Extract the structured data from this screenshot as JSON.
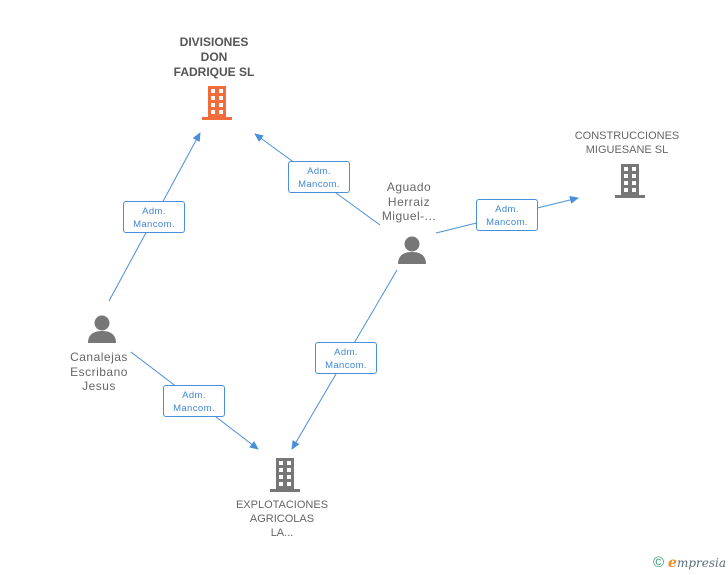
{
  "nodes": {
    "divisiones": {
      "lines": [
        "DIVISIONES",
        "DON",
        "FADRIQUE SL"
      ]
    },
    "construcciones": {
      "lines": [
        "CONSTRUCCIONES",
        "MIGUESANE SL"
      ]
    },
    "explotaciones": {
      "lines": [
        "EXPLOTACIONES",
        "AGRICOLAS",
        "LA..."
      ]
    },
    "aguado": {
      "lines": [
        "Aguado",
        "Herraiz",
        "Miguel-..."
      ]
    },
    "canalejas": {
      "lines": [
        "Canalejas",
        "Escribano",
        "Jesus"
      ]
    }
  },
  "relations": [
    {
      "line1": "Adm.",
      "line2": "Mancom."
    },
    {
      "line1": "Adm.",
      "line2": "Mancom."
    },
    {
      "line1": "Adm.",
      "line2": "Mancom."
    },
    {
      "line1": "Adm.",
      "line2": "Mancom."
    },
    {
      "line1": "Adm.",
      "line2": "Mancom."
    }
  ],
  "colors": {
    "highlight_company": "#f26b3a",
    "company": "#777777",
    "person": "#777777",
    "edge": "#4a8fd9"
  },
  "icons": {
    "company": "building-icon",
    "person": "person-icon",
    "copyright": "copyright-icon"
  },
  "footer": {
    "copyright": "©",
    "brand_initial": "e",
    "brand_rest": "mpresia"
  }
}
